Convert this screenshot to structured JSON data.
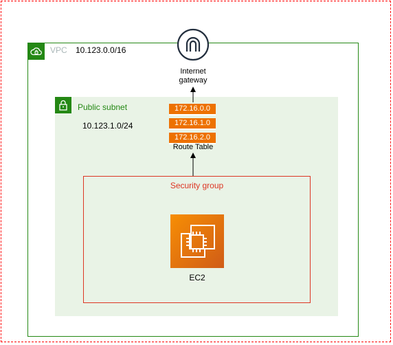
{
  "vpc": {
    "label": "VPC",
    "cidr": "10.123.0.0/16"
  },
  "subnet": {
    "label": "Public subnet",
    "cidr": "10.123.1.0/24"
  },
  "security_group": {
    "label": "Security group"
  },
  "internet_gateway": {
    "label_line1": "Internet",
    "label_line2": "gateway"
  },
  "route_table": {
    "label": "Route Table",
    "routes": [
      "172.16.0.0",
      "172.16.1.0",
      "172.16.2.0"
    ]
  },
  "ec2": {
    "label": "EC2"
  },
  "colors": {
    "outer_border": "#ff0000",
    "vpc_green": "#248814",
    "subnet_fill": "#e9f3e6",
    "security_group_red": "#dd3522",
    "aws_orange": "#ed7100",
    "vpc_label_gray": "#aab7b8",
    "igw_navy": "#232f3e"
  },
  "icons": {
    "vpc": "cloud-lock-icon",
    "subnet": "lock-icon",
    "internet_gateway": "internet-gateway-icon",
    "ec2": "ec2-chip-icon"
  }
}
